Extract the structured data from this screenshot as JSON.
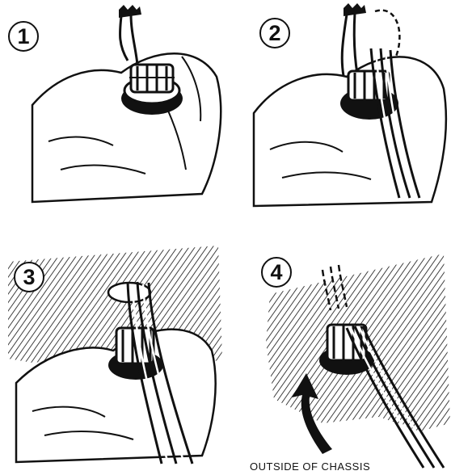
{
  "steps": [
    {
      "number": "1"
    },
    {
      "number": "2"
    },
    {
      "number": "3"
    },
    {
      "number": "4"
    }
  ],
  "caption": "OUTSIDE OF CHASSIS",
  "colors": {
    "ink": "#111111",
    "paper": "#ffffff"
  }
}
